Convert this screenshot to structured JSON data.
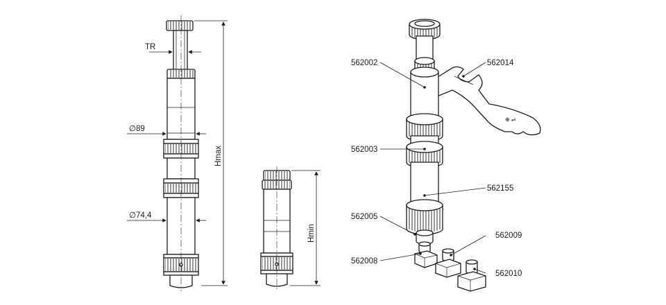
{
  "view1": {
    "thread_label": "TR",
    "diameter_top_label": "∅89",
    "diameter_bottom_label": "∅74,4",
    "height_label": "Hmax"
  },
  "view2": {
    "height_label": "Hmin"
  },
  "view3": {
    "parts": [
      "562002",
      "562014",
      "562003",
      "562155",
      "562005",
      "562009",
      "562008",
      "562010"
    ]
  }
}
